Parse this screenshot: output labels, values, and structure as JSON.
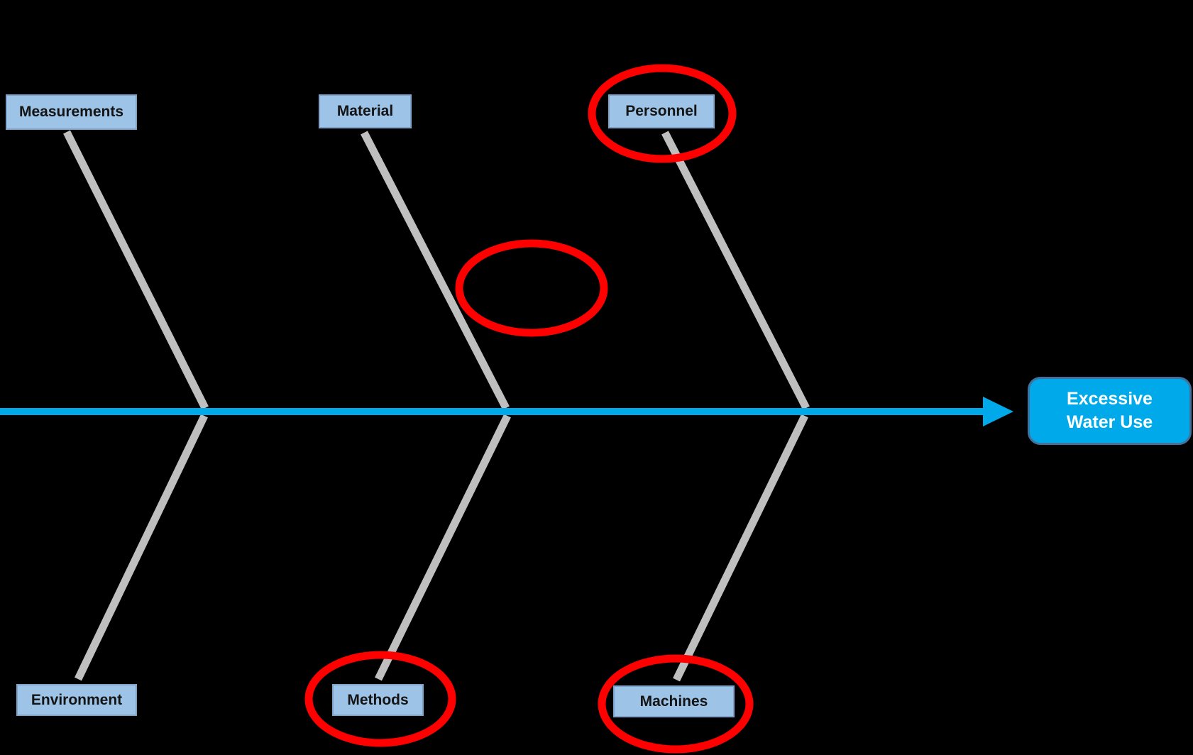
{
  "colors": {
    "background": "#000000",
    "spine": "#00A9E9",
    "bone": "#BFBFBF",
    "annotation_red": "#FF0000",
    "category_fill": "#9DC3E6",
    "category_border": "#7DA3CC",
    "category_text": "#141414",
    "effect_fill": "#00A9E9",
    "effect_border": "#41719C",
    "effect_text": "#FFFFFF"
  },
  "categories": {
    "measurements": "Measurements",
    "material": "Material",
    "personnel": "Personnel",
    "environment": "Environment",
    "methods": "Methods",
    "machines": "Machines"
  },
  "effect": {
    "line1": "Excessive",
    "line2": "Water Use"
  },
  "annotations": {
    "circled": [
      "Personnel",
      "Methods",
      "Machines",
      "empty region above middle junction"
    ]
  }
}
